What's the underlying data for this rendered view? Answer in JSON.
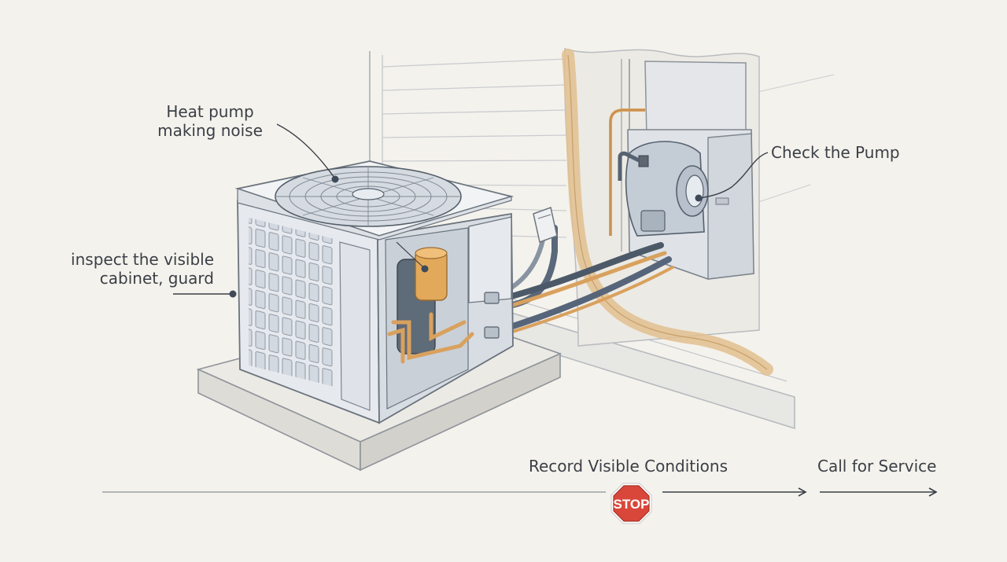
{
  "labels": {
    "heat_pump_noise": [
      "Heat pump",
      "making noise"
    ],
    "inspect_cabinet": [
      "inspect the visible",
      "cabinet, guard"
    ],
    "check_pump": "Check the Pump",
    "record_conditions": "Record Visible Conditions",
    "call_service": "Call for Service"
  },
  "stop_sign": {
    "text": "STOP",
    "color": "#d9473a"
  },
  "colors": {
    "background": "#f4f2ec",
    "ink": "#3a3f47",
    "copper": "#d9a15e",
    "cabinet": "#e3e7ec",
    "duct_tape": "#e8c796"
  }
}
